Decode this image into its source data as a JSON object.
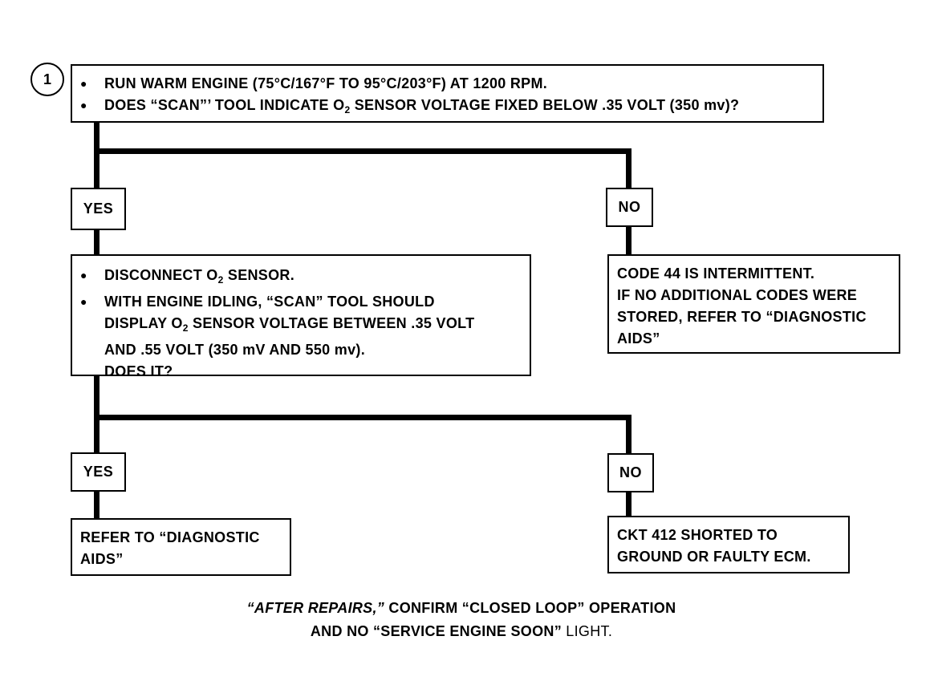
{
  "step": {
    "number": "1"
  },
  "box1": {
    "line1": "RUN WARM ENGINE  (75°C/167°F TO 95°C/203°F)  AT 1200 RPM.",
    "line2_pre": "DOES “SCAN”’ TOOL INDICATE O",
    "line2_sub": "2",
    "line2_post": " SENSOR VOLTAGE FIXED BELOW .35 VOLT (350 mv)?"
  },
  "branch1": {
    "yes_label": "YES",
    "no_label": "NO"
  },
  "box_no1": {
    "lines": [
      "CODE 44 IS INTERMITTENT.",
      "IF NO ADDITIONAL CODES WERE",
      "STORED, REFER TO  “DIAGNOSTIC",
      "AIDS”"
    ]
  },
  "box2": {
    "item1_pre": "DISCONNECT O",
    "item1_sub": "2",
    "item1_post": " SENSOR.",
    "item2_line1": "WITH ENGINE IDLING, “SCAN” TOOL SHOULD",
    "item2_line2_pre": "DISPLAY O",
    "item2_line2_sub": "2",
    "item2_line2_post": " SENSOR VOLTAGE BETWEEN .35 VOLT",
    "item2_line3": "AND .55 VOLT (350 mV AND 550 mv).",
    "item2_line4": "DOES IT?"
  },
  "branch2": {
    "yes_label": "YES",
    "no_label": "NO"
  },
  "box_yes2": {
    "lines": [
      "REFER TO  “DIAGNOSTIC",
      "AIDS”"
    ]
  },
  "box_no2": {
    "lines": [
      "CKT 412  SHORTED TO",
      "GROUND OR FAULTY ECM."
    ]
  },
  "footer": {
    "em": "“AFTER REPAIRS,”",
    "mid": " CONFIRM “CLOSED LOOP” OPERATION",
    "line2_bold": "AND NO “SERVICE ENGINE SOON”",
    "line2_light": " LIGHT."
  }
}
